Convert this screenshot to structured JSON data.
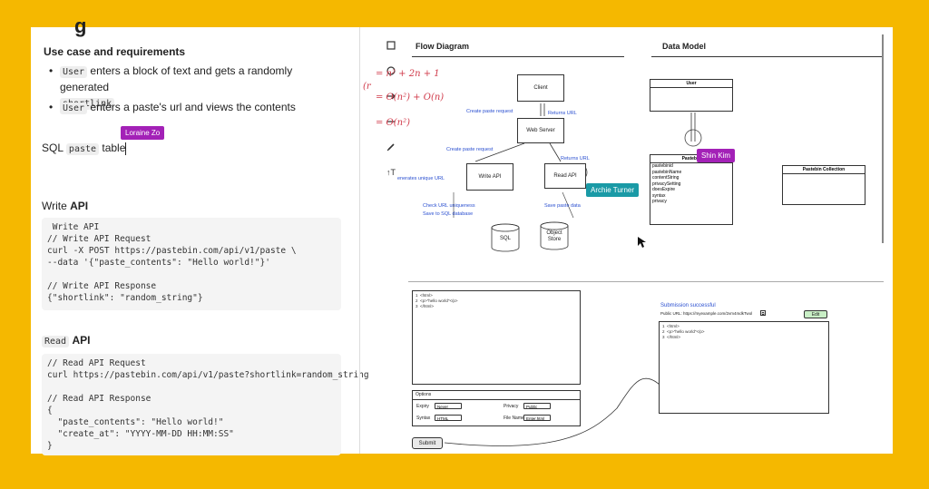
{
  "doc": {
    "top_glyph": "g",
    "use_case_heading": "Use case and requirements",
    "bullets": [
      {
        "code": "User",
        "text": " enters a block of text and gets a randomly generated",
        "code2": "shortlink"
      },
      {
        "code": "User",
        "text": " enters a paste's url and views the contents"
      }
    ],
    "sql_prefix": "SQL",
    "sql_code": "paste",
    "sql_suffix": "table",
    "cursor_user": "Loraine Zo",
    "write_api_prefix": "Write",
    "write_api_bold": "API",
    "write_code": " Write API\n// Write API Request\ncurl -X POST https://pastebin.com/api/v1/paste \\\n--data '{\"paste_contents\": \"Hello world!\"}'\n\n// Write API Response\n{\"shortlink\": \"random_string\"}",
    "read_api_code_label": "Read",
    "read_api_bold": "API",
    "read_code": "// Read API Request\ncurl https://pastebin.com/api/v1/paste?shortlink=random_string\n\n// Read API Response\n{\n  \"paste_contents\": \"Hello world!\"\n  \"create_at\": \"YYYY-MM-DD HH:MM:SS\"\n}"
  },
  "canvas": {
    "flow_title": "Flow Diagram",
    "data_title": "Data Model",
    "math": [
      "(r",
      "= n² + 2n + 1",
      "= O(n²) + O(n)",
      "= O(n²)"
    ],
    "nodes": {
      "client": "Client",
      "web_server": "Web Server",
      "write_api": "Write API",
      "read_api": "Read API",
      "sql": "SQL",
      "object_store": "Object\nStore"
    },
    "notes": {
      "create_paste_1": "Create paste request",
      "returns_url_1": "Returns URL",
      "create_paste_2": "Create paste request",
      "returns_url_2": "Returns URL",
      "generates": "enerates unique URL",
      "check": "Check URL uniqueness",
      "save_sql": "Save to SQL database",
      "save_paste": "Save paste data"
    },
    "user_table": {
      "title": "User"
    },
    "pastebin_table": {
      "title": "Pastebin",
      "fields": [
        "pastebinid",
        "pastebinName",
        "contentString",
        "privacySetting",
        "doesExpire",
        "syntax",
        "privacy"
      ]
    },
    "collection_table": {
      "title": "Pastebin Collection"
    },
    "collaborators": [
      {
        "name": "Shin Kim",
        "color": "#a321b7"
      },
      {
        "name": "Archie Turner",
        "color": "#1a9aa6"
      }
    ],
    "editor_lines": "1  <html>\n2  <p>\"hello world\"</p>\n3  </html>",
    "options": {
      "header": "Options",
      "expiry_label": "Expiry",
      "expiry_value": "Never",
      "privacy_label": "Privacy",
      "privacy_value": "Public",
      "syntax_label": "Syntax",
      "syntax_value": "HTML",
      "filename_label": "File Name",
      "filename_value": "Enter.html"
    },
    "submit_label": "Submit",
    "success_title": "Submission successful",
    "public_url": "Public URL: https://myexample.com/2vm4mdkTwol",
    "edit_label": "Edit",
    "result_lines": "1  <html>\n2  <p>\"hello world\"</p>\n3  </html>"
  },
  "toolbar": {
    "tools": [
      "rectangle-tool-icon",
      "ellipse-tool-icon",
      "arrow-tool-icon",
      "line-tool-icon",
      "pen-tool-icon",
      "text-tool-icon"
    ],
    "text_tool_glyph": "↑T"
  }
}
